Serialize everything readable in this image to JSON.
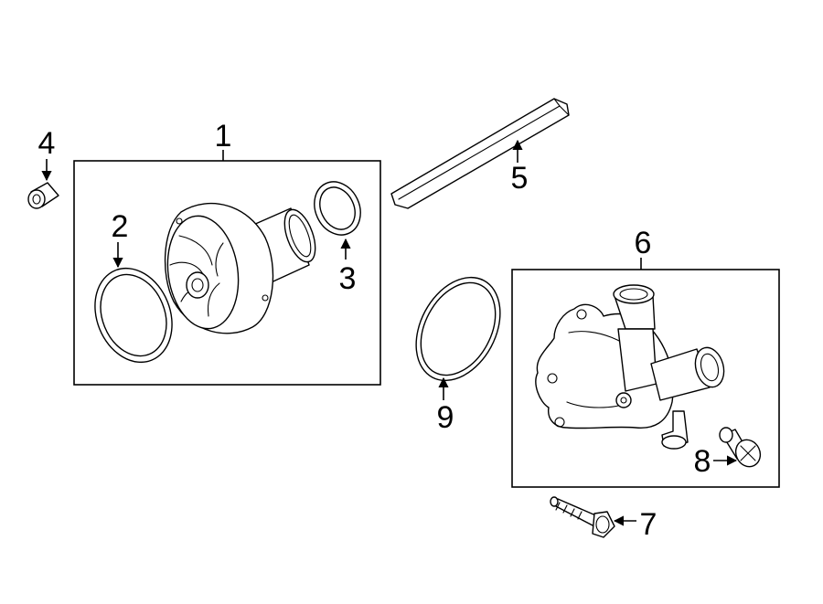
{
  "callouts": {
    "c1": "1",
    "c2": "2",
    "c3": "3",
    "c4": "4",
    "c5": "5",
    "c6": "6",
    "c7": "7",
    "c8": "8",
    "c9": "9"
  },
  "parts": [
    "water-pump-assembly",
    "pump-gasket",
    "outlet-o-ring",
    "bushing",
    "drive-shaft",
    "pump-housing",
    "housing-bolt",
    "bleeder-screw",
    "housing-o-ring"
  ]
}
